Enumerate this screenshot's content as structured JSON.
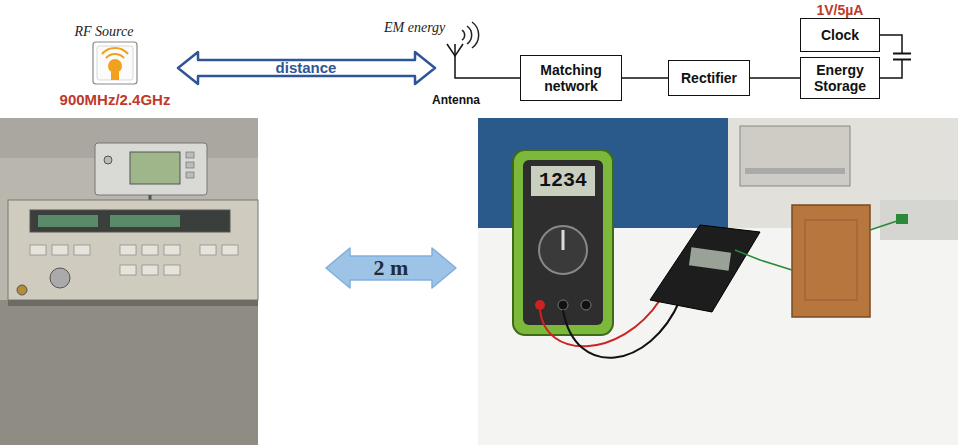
{
  "diagram": {
    "nodes": [
      {
        "text": [
          "Matching network"
        ]
      },
      {
        "text": [
          "Rectifier"
        ]
      },
      {
        "text": [
          "Clock"
        ]
      },
      {
        "text": [
          "Energy Storage"
        ]
      }
    ],
    "edges": [
      {
        "from": 0,
        "to": 1,
        "arrow": "none"
      },
      {
        "from": 1,
        "to": 3,
        "arrow": "none"
      },
      {
        "from": 3,
        "to": 2,
        "arrow": "none"
      }
    ],
    "labels": [
      "RF Source",
      "900MHz/2.4GHz",
      "distance",
      "EM energy",
      "Antenna",
      "1V/5µA",
      "2 m",
      "1234"
    ]
  }
}
